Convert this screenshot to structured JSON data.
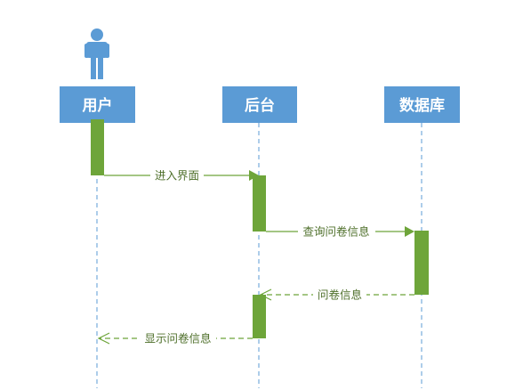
{
  "participants": [
    {
      "id": "user",
      "label": "用户",
      "actor_icon": "person-icon"
    },
    {
      "id": "backend",
      "label": "后台"
    },
    {
      "id": "database",
      "label": "数据库"
    }
  ],
  "messages": [
    {
      "from": "user",
      "to": "backend",
      "label": "进入界面",
      "style": "solid"
    },
    {
      "from": "backend",
      "to": "database",
      "label": "查询问卷信息",
      "style": "solid"
    },
    {
      "from": "database",
      "to": "backend",
      "label": "问卷信息",
      "style": "dashed"
    },
    {
      "from": "backend",
      "to": "user",
      "label": "显示问卷信息",
      "style": "dashed"
    }
  ],
  "colors": {
    "participant_box": "#5b9bd5",
    "actor_icon": "#5b9bd5",
    "lifeline": "#5b9bd5",
    "activation": "#6ea53a",
    "message": "#6ea53a",
    "message_text": "#4e6f2a"
  }
}
